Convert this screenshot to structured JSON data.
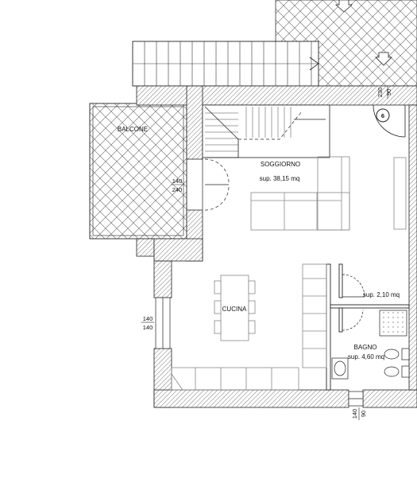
{
  "rooms": {
    "balcone": "BALCONE",
    "soggiorno": "SOGGIORNO",
    "soggiorno_area": "sup. 38,15 mq",
    "cucina": "CUCINA",
    "disimpegno_area": "sup. 2,10 mq",
    "bagno": "BAGNO",
    "bagno_area": "sup. 4,60 mq"
  },
  "dimensions": {
    "balcony_door_top": "140",
    "balcony_door_bottom": "240",
    "kitchen_window_top": "140",
    "kitchen_window_bottom": "140",
    "entrance_top": "90",
    "entrance_bottom": "230",
    "bath_window_top": "90",
    "bath_window_bottom": "140"
  },
  "markers": {
    "entrance_number": "6"
  },
  "colors": {
    "line": "#222222",
    "wall_hatch": "#555555",
    "furniture": "#888888"
  }
}
